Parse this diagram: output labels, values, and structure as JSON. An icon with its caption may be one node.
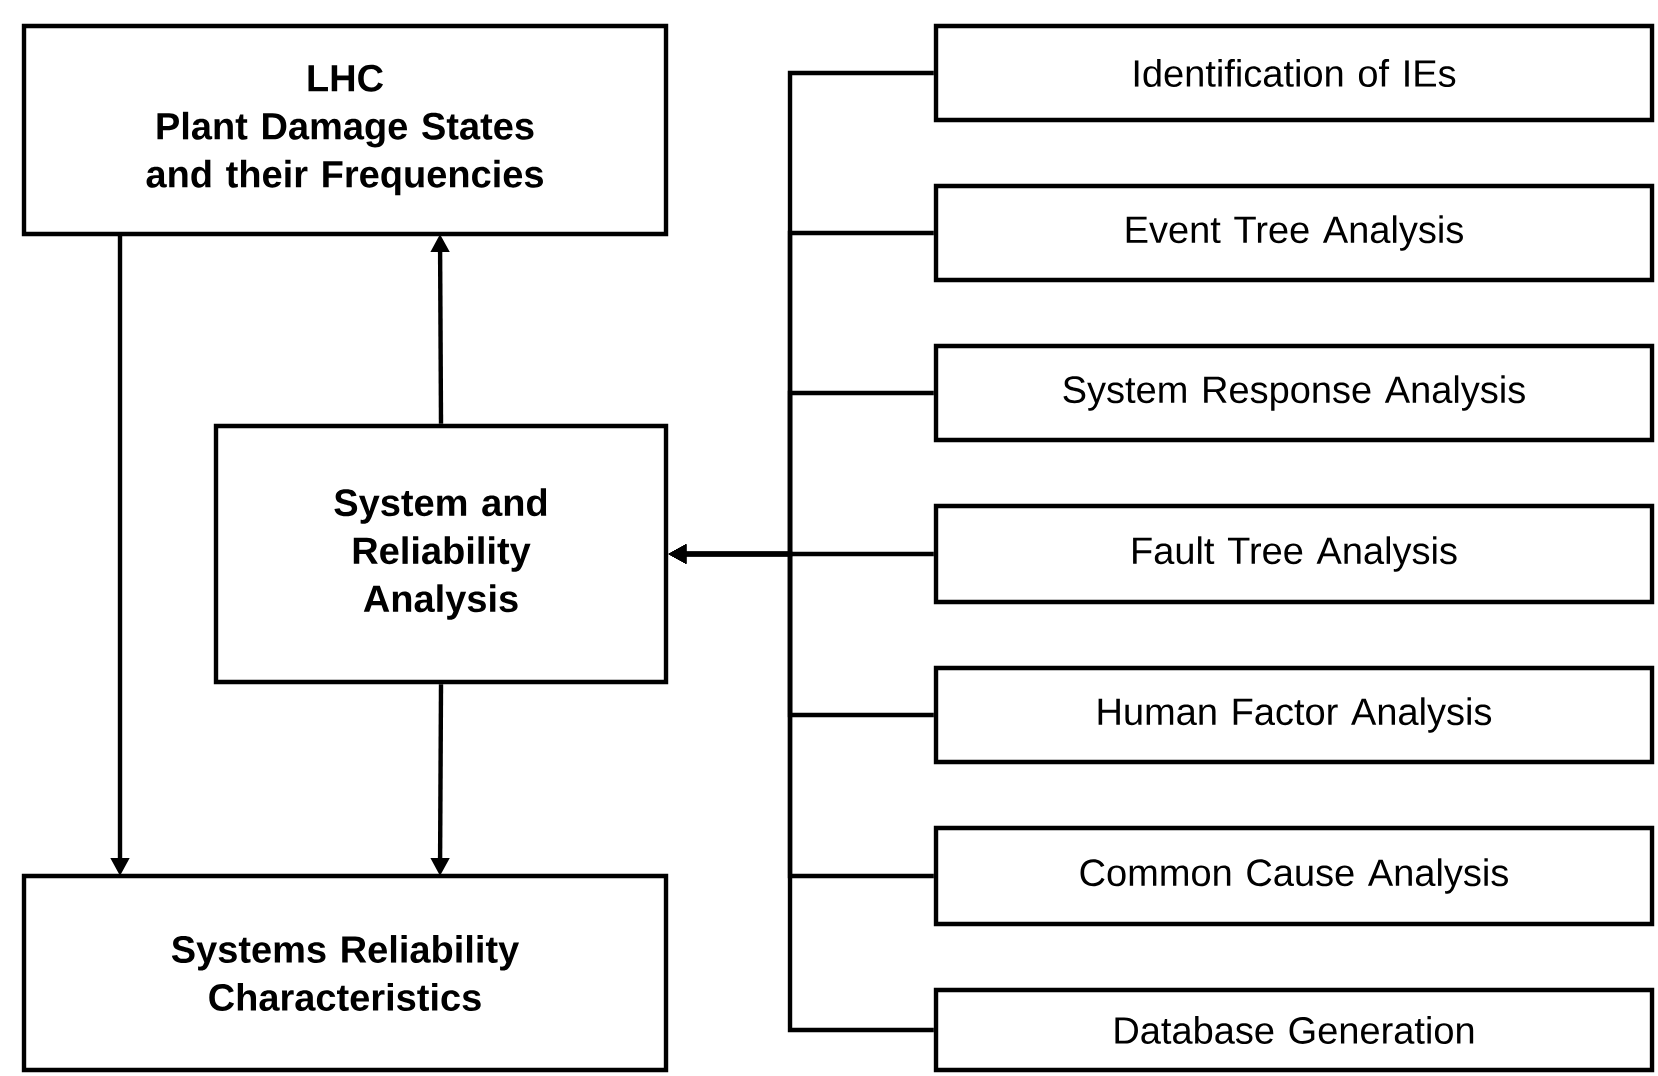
{
  "diagram": {
    "nodes": [
      {
        "text": [
          "LHC",
          "Plant Damage States and their Frequencies"
        ]
      },
      {
        "text": [
          "System and Reliability Analysis"
        ]
      },
      {
        "text": [
          "Systems Reliability Characteristics"
        ]
      },
      {
        "text": [
          "Identification of IEs"
        ]
      },
      {
        "text": [
          "Event Tree Analysis"
        ]
      },
      {
        "text": [
          "System Response Analysis"
        ]
      },
      {
        "text": [
          "Fault Tree Analysis"
        ]
      },
      {
        "text": [
          "Human Factor Analysis"
        ]
      },
      {
        "text": [
          "Common Cause Analysis"
        ]
      },
      {
        "text": [
          "Database Generation"
        ]
      }
    ],
    "edges": [
      {
        "from": 3,
        "to": 1,
        "arrow": "to"
      },
      {
        "from": 4,
        "to": 1,
        "arrow": "to"
      },
      {
        "from": 5,
        "to": 1,
        "arrow": "to"
      },
      {
        "from": 6,
        "to": 1,
        "arrow": "to"
      },
      {
        "from": 7,
        "to": 1,
        "arrow": "to"
      },
      {
        "from": 8,
        "to": 1,
        "arrow": "to"
      },
      {
        "from": 9,
        "to": 1,
        "arrow": "to"
      },
      {
        "from": 1,
        "to": 0,
        "arrow": "to"
      },
      {
        "from": 0,
        "to": 2,
        "arrow": "to"
      },
      {
        "from": 1,
        "to": 2,
        "arrow": "to"
      }
    ]
  }
}
